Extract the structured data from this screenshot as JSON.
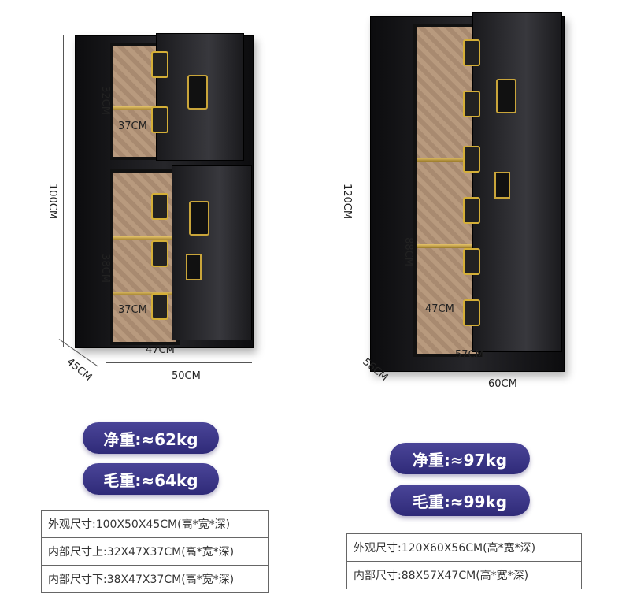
{
  "left_product": {
    "dimensions": {
      "height": "100CM",
      "width": "50CM",
      "depth": "45CM",
      "upper_inner_height": "32CM",
      "upper_inner_depth": "37CM",
      "lower_inner_height": "38CM",
      "lower_inner_depth": "37CM",
      "inner_width": "47CM"
    },
    "net_weight": "净重:≈62kg",
    "gross_weight": "毛重:≈64kg",
    "specs": [
      "外观尺寸:100X50X45CM(高*宽*深)",
      "内部尺寸上:32X47X37CM(高*宽*深)",
      "内部尺寸下:38X47X37CM(高*宽*深)"
    ]
  },
  "right_product": {
    "dimensions": {
      "height": "120CM",
      "width": "60CM",
      "depth": "56CM",
      "inner_height": "88CM",
      "inner_depth": "47CM",
      "inner_width": "57CM"
    },
    "net_weight": "净重:≈97kg",
    "gross_weight": "毛重:≈99kg",
    "specs": [
      "外观尺寸:120X60X56CM(高*宽*深)",
      "内部尺寸:88X57X47CM(高*宽*深)"
    ]
  },
  "colors": {
    "pill": "#3a3588",
    "safe_body": "#1a1a1d",
    "accent_gold": "#d4af37"
  }
}
